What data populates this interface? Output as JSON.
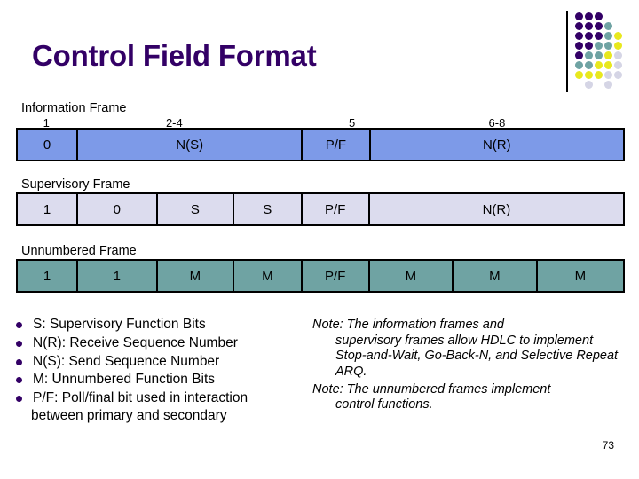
{
  "slide": {
    "title": "Control Field Format",
    "page_number": "73",
    "title_color": "#330066"
  },
  "decoration": {
    "name": "dot-grid-logo",
    "colors": {
      "purple": "#330066",
      "teal": "#6FA3A3",
      "yellow": "#E8E81E",
      "lavender": "#D5D5E5"
    },
    "rows": [
      [
        "purple",
        "purple",
        "purple",
        "blank",
        "blank",
        "blank"
      ],
      [
        "purple",
        "purple",
        "purple",
        "teal",
        "blank",
        "blank"
      ],
      [
        "purple",
        "purple",
        "purple",
        "teal",
        "yellow",
        "blank"
      ],
      [
        "purple",
        "purple",
        "teal",
        "teal",
        "yellow",
        "blank"
      ],
      [
        "purple",
        "teal",
        "teal",
        "yellow",
        "lavender",
        "blank"
      ],
      [
        "teal",
        "teal",
        "yellow",
        "yellow",
        "lavender",
        "blank"
      ],
      [
        "yellow",
        "yellow",
        "yellow",
        "lavender",
        "lavender",
        "blank"
      ],
      [
        "blank",
        "lavender",
        "blank",
        "lavender",
        "blank",
        "blank"
      ]
    ]
  },
  "frames": [
    {
      "id": "info-frame",
      "caption": "Information Frame",
      "fill": "#7D9AE8",
      "bit_labels": [
        {
          "text": "1",
          "center_pct": 5.0
        },
        {
          "text": "2-4",
          "center_pct": 26.0
        },
        {
          "text": "5",
          "center_pct": 55.2
        },
        {
          "text": "6-8",
          "center_pct": 79.0
        }
      ],
      "cells": [
        {
          "label": "0",
          "width_pct": 10.0
        },
        {
          "label": "N(S)",
          "width_pct": 37.1
        },
        {
          "label": "P/F",
          "width_pct": 11.2
        },
        {
          "label": "N(R)",
          "width_pct": 41.7
        }
      ]
    },
    {
      "id": "sup-frame",
      "caption": "Supervisory  Frame",
      "fill": "#DCDCEE",
      "bit_labels": [],
      "cells": [
        {
          "label": "1",
          "width_pct": 10.0
        },
        {
          "label": "0",
          "width_pct": 13.1
        },
        {
          "label": "S",
          "width_pct": 12.7
        },
        {
          "label": "S",
          "width_pct": 11.2
        },
        {
          "label": "P/F",
          "width_pct": 11.2
        },
        {
          "label": "N(R)",
          "width_pct": 41.8
        }
      ]
    },
    {
      "id": "unn-frame",
      "caption": "Unnumbered Frame",
      "fill": "#6FA3A3",
      "bit_labels": [],
      "cells": [
        {
          "label": "1",
          "width_pct": 10.0
        },
        {
          "label": "1",
          "width_pct": 13.1
        },
        {
          "label": "M",
          "width_pct": 12.7
        },
        {
          "label": "M",
          "width_pct": 11.2
        },
        {
          "label": "P/F",
          "width_pct": 11.2
        },
        {
          "label": "M",
          "width_pct": 13.8
        },
        {
          "label": "M",
          "width_pct": 13.9
        },
        {
          "label": "M",
          "width_pct": 14.1
        }
      ]
    }
  ],
  "legend": {
    "bullet_color": "#330066",
    "items": [
      {
        "text": "S:  Supervisory Function Bits",
        "cont": ""
      },
      {
        "text": "N(R):  Receive Sequence Number",
        "cont": ""
      },
      {
        "text": "N(S):  Send Sequence Number",
        "cont": ""
      },
      {
        "text": "M:  Unnumbered Function Bits",
        "cont": ""
      },
      {
        "text": "P/F:  Poll/final bit used in interaction",
        "cont": "between primary and secondary"
      }
    ]
  },
  "notes": [
    {
      "lead": "Note: The information frames and",
      "cont": "supervisory frames allow HDLC to implement Stop-and-Wait, Go-Back-N, and Selective Repeat ARQ."
    },
    {
      "lead": "Note: The unnumbered frames implement",
      "cont": "control functions."
    }
  ]
}
